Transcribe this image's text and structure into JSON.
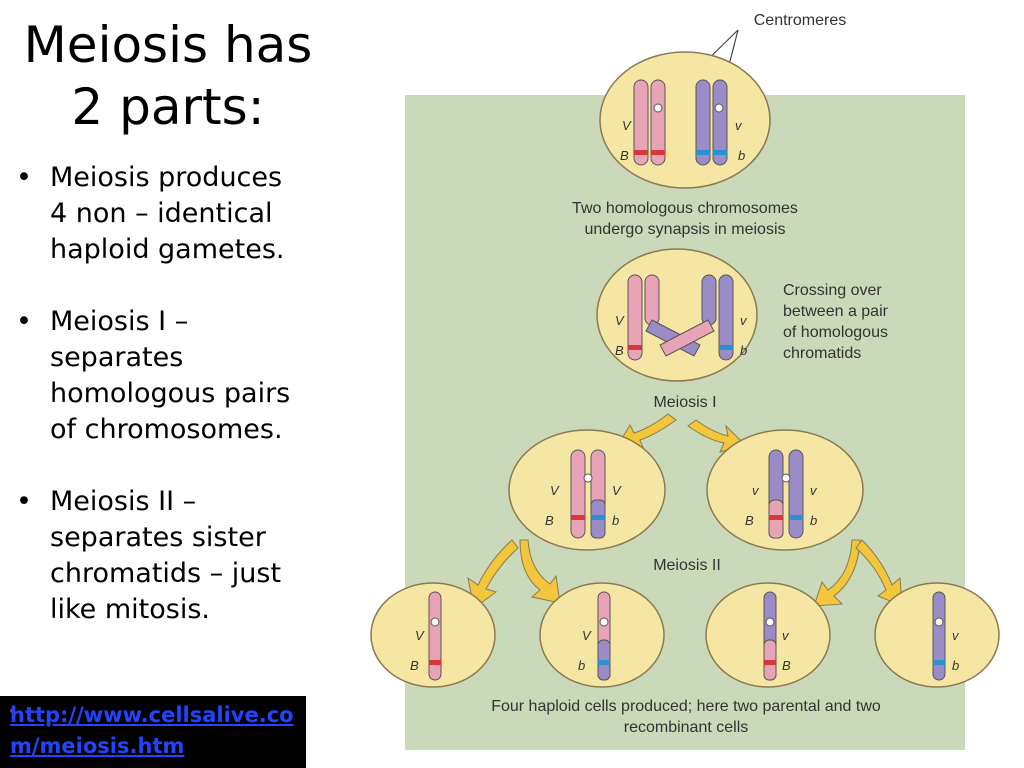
{
  "slide": {
    "title": "Meiosis has\n2 parts:",
    "bullets": [
      "Meiosis produces\n4 non – identical\nhaploid gametes.",
      "Meiosis I –\nseparates\nhomologous pairs\nof chromosomes.",
      "Meiosis II –\nseparates sister\nchromatids – just\nlike mitosis."
    ],
    "bullet_char": "•",
    "link": {
      "bullet": "•",
      "text": "http://www.cellsalive.com/meiosis.htm"
    }
  },
  "diagram": {
    "centromeres_label": "Centromeres",
    "synapsis_caption_1": "Two homologous chromosomes",
    "synapsis_caption_2": "undergo synapsis in meiosis",
    "crossing_caption": [
      "Crossing over",
      "between a pair",
      "of homologous",
      "chromatids"
    ],
    "meiosis_1_label": "Meiosis I",
    "meiosis_2_label": "Meiosis II",
    "final_caption_1": "Four haploid cells produced; here two parental and two",
    "final_caption_2": "recombinant cells",
    "gene_labels": {
      "upper": "V",
      "lower_dominant": "B",
      "upper_recessive": "v",
      "lower_recessive": "b"
    },
    "colors": {
      "panel": "#c9d9b9",
      "cell": "#f6e6a4",
      "cell_stroke": "#8a7a50",
      "maternal": "#e9a3b6",
      "paternal": "#9b8cc8",
      "band_red": "#d53838",
      "band_blue": "#2c8fd1",
      "arrow": "#f3c53a"
    }
  }
}
